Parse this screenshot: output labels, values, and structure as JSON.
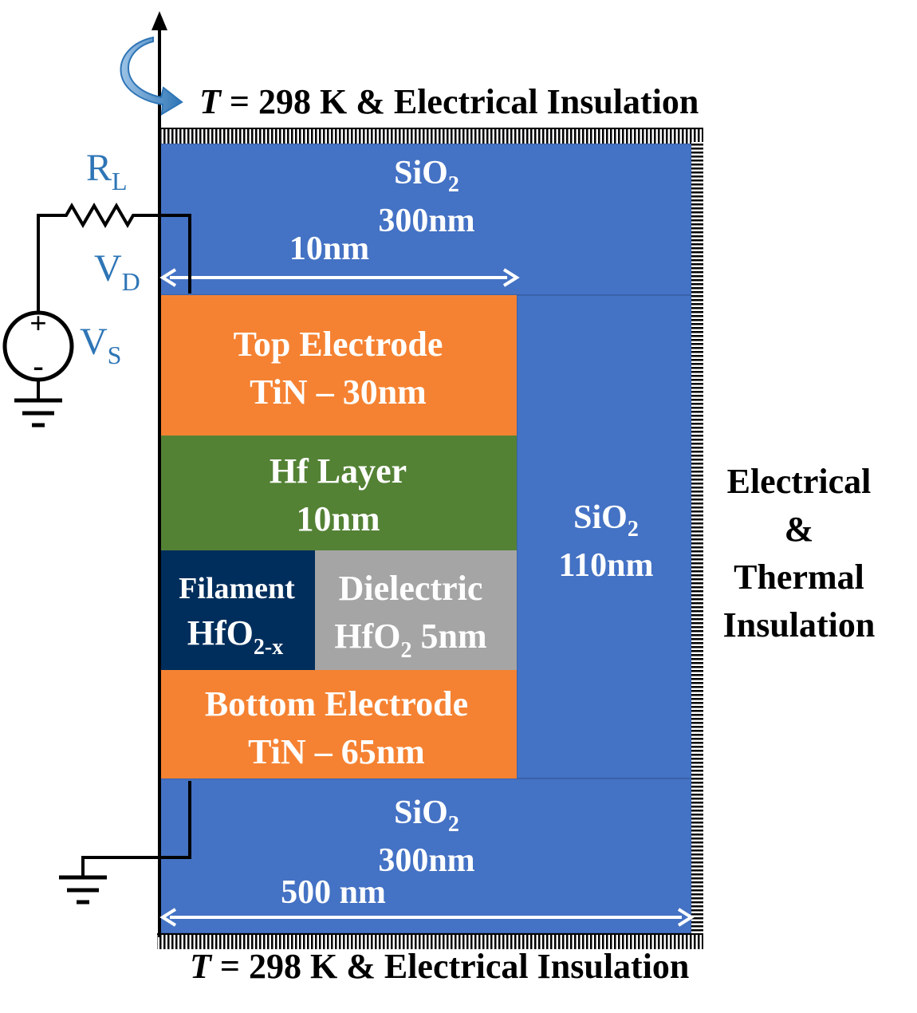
{
  "colors": {
    "sio2": "#4472C4",
    "electrode": "#F58232",
    "hf_layer": "#548235",
    "filament": "#002E5C",
    "dielectric": "#A5A5A5",
    "circuit_label": "#2E75B6",
    "white": "#FFFFFF",
    "black": "#000000"
  },
  "boundary": {
    "top": {
      "symbol": "T",
      "text": " = 298 K & Electrical Insulation"
    },
    "bottom": {
      "symbol": "T",
      "text": " = 298 K & Electrical Insulation"
    },
    "right": [
      "Electrical",
      "&",
      "Thermal",
      "Insulation"
    ]
  },
  "regions": {
    "sio2_top": {
      "base": "SiO",
      "sub": "2",
      "thickness": "300nm"
    },
    "sio2_right": {
      "base": "SiO",
      "sub": "2",
      "thickness": "110nm"
    },
    "sio2_bottom": {
      "base": "SiO",
      "sub": "2",
      "thickness": "300nm"
    },
    "top_electrode": {
      "line1": "Top Electrode",
      "line2": "TiN – 30nm"
    },
    "hf_layer": {
      "line1": "Hf Layer",
      "line2": "10nm"
    },
    "filament": {
      "line1": "Filament",
      "base": "HfO",
      "sub": "2-x"
    },
    "dielectric": {
      "line1": "Dielectric",
      "base": "HfO",
      "sub": "2",
      "suffix": " 5nm"
    },
    "bottom_electrode": {
      "line1": "Bottom Electrode",
      "line2": "TiN – 65nm"
    }
  },
  "dimensions": {
    "electrode_width": "10nm",
    "total_width": "500 nm"
  },
  "circuit": {
    "load_resistor": {
      "base": "R",
      "sub": "L"
    },
    "device_voltage": {
      "base": "V",
      "sub": "D"
    },
    "source_voltage": {
      "base": "V",
      "sub": "S"
    },
    "plus": "+",
    "minus": "-"
  }
}
